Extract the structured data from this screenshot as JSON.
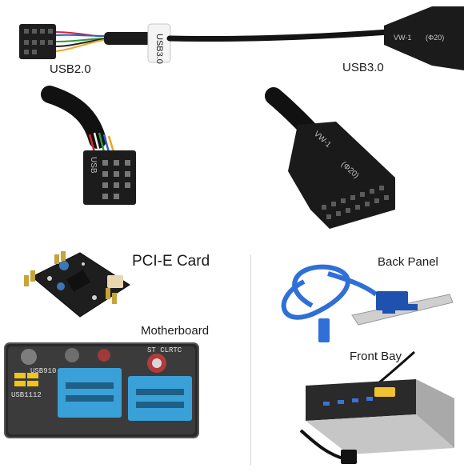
{
  "labels": {
    "usb2": "USB2.0",
    "usb3": "USB3.0",
    "pcie": "PCI-E Card",
    "motherboard": "Motherboard",
    "back_panel": "Back Panel",
    "front_bay": "Front Bay"
  },
  "printed_text": {
    "sleeve": "USB3.0",
    "connector_model": "VW-1",
    "connector_size": "(Φ20)",
    "header_usb": "USB",
    "mb_header_a": "USB910",
    "mb_header_b": "USB1112",
    "mb_silk": "ST CLRTC"
  },
  "colors": {
    "cable": "#1a1a1a",
    "usb3_blue": "#2f6fd6",
    "header_blue": "#3aa0d8",
    "bracket": "#cfcfcf",
    "pcb": "#1e1e1e"
  },
  "icons": {
    "usb2_header": "usb2-9pin-header-icon",
    "usb3_header": "usb3-20pin-header-icon"
  }
}
